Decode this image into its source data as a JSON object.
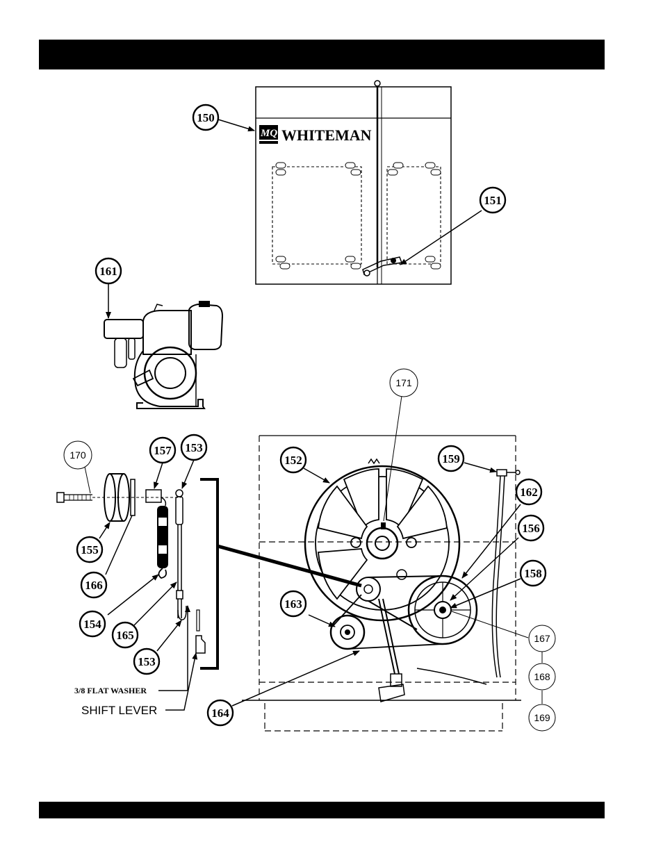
{
  "brand": {
    "logo_letters": "MQ",
    "name": "WHITEMAN"
  },
  "labels": {
    "flat_washer": "3/8  FLAT WASHER",
    "shift_lever": "SHIFT LEVER"
  },
  "callouts": {
    "c150": "150",
    "c151": "151",
    "c161": "161",
    "c171": "171",
    "c170": "170",
    "c157": "157",
    "c153_top": "153",
    "c152": "152",
    "c159": "159",
    "c162": "162",
    "c156": "156",
    "c158": "158",
    "c155": "155",
    "c166": "166",
    "c154": "154",
    "c165": "165",
    "c153_bottom": "153",
    "c163": "163",
    "c167": "167",
    "c168": "168",
    "c169": "169",
    "c164": "164"
  }
}
